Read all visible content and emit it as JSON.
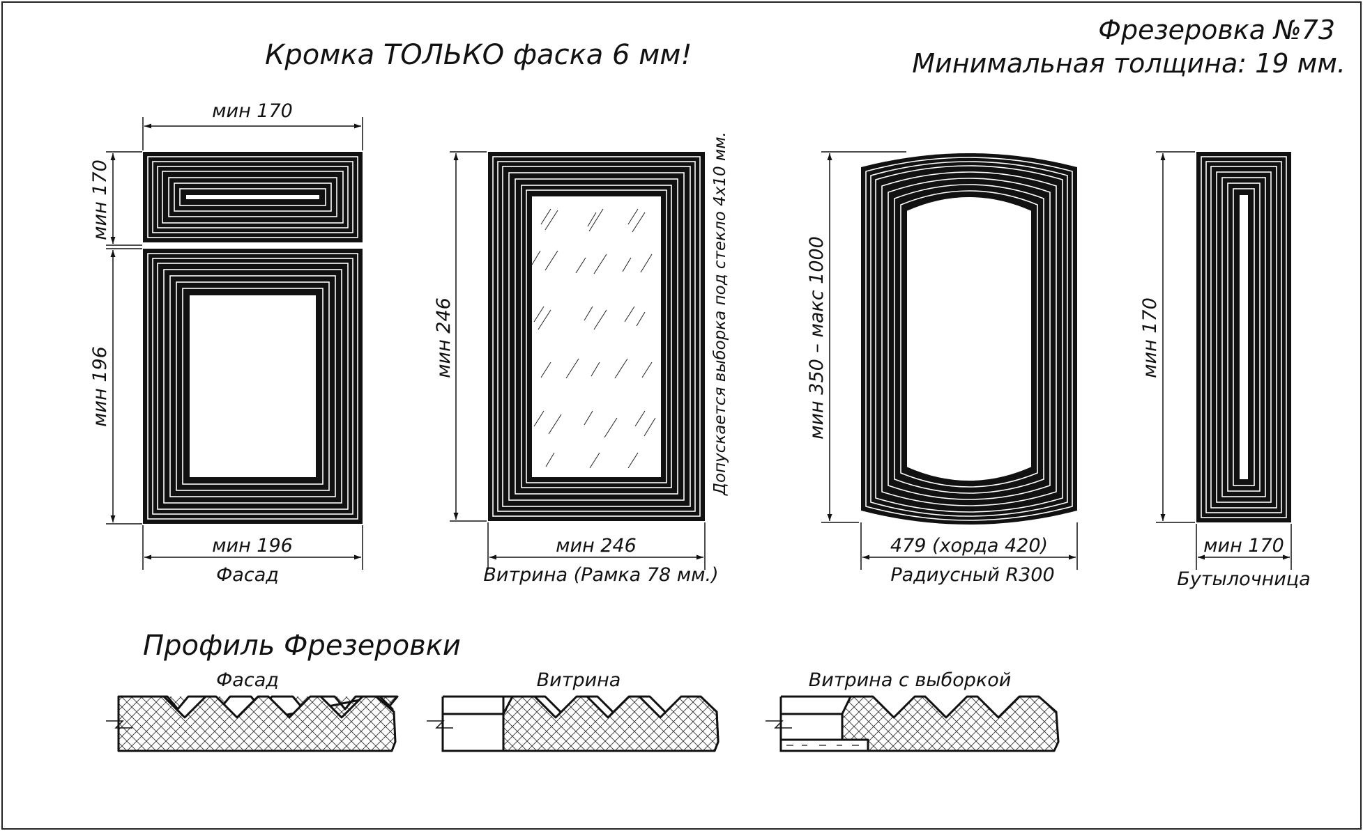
{
  "header": {
    "milling_no": "Фрезеровка №73",
    "min_thickness": "Минимальная толщина: 19 мм.",
    "edge_note": "Кромка ТОЛЬКО фаска 6 мм!"
  },
  "facade": {
    "top_width": "мин 170",
    "drawer_height": "мин 170",
    "door_height": "мин 196",
    "bottom_width": "мин 196",
    "caption": "Фасад"
  },
  "vitrina": {
    "height": "мин 246",
    "width": "мин 246",
    "glass_note": "Допускается выборка под стекло 4х10 мм.",
    "caption": "Витрина (Рамка 78 мм.)"
  },
  "radius": {
    "height": "мин 350 – макс 1000",
    "width": "479 (хорда 420)",
    "caption": "Радиусный R300"
  },
  "bottle": {
    "height": "мин 170",
    "width": "мин 170",
    "caption": "Бутылочница"
  },
  "profile": {
    "title": "Профиль Фрезеровки",
    "labels": [
      "Фасад",
      "Витрина",
      "Витрина с выборкой"
    ]
  },
  "colors": {
    "line": "#111111",
    "paper": "#ffffff"
  }
}
